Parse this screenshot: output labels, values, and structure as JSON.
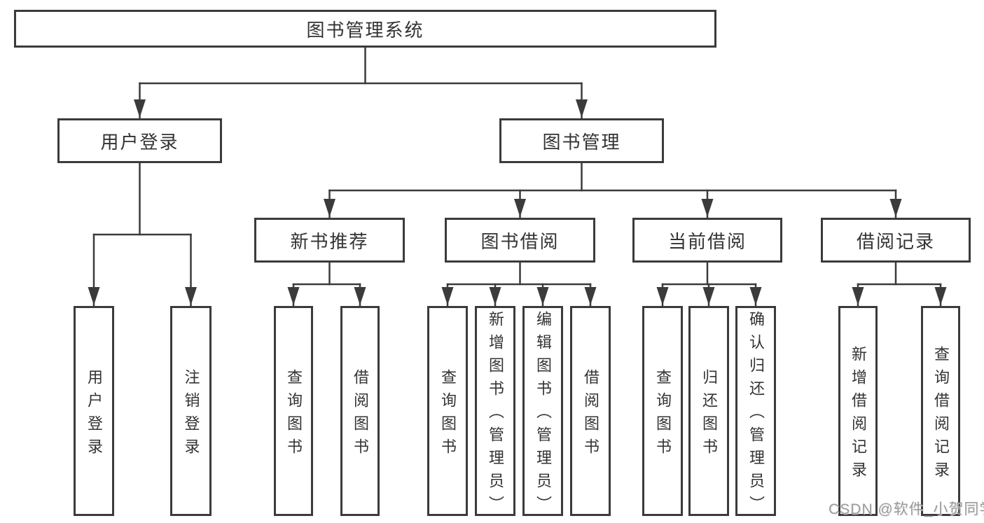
{
  "tree": {
    "label": "图书管理系统",
    "children": [
      {
        "label": "用户登录",
        "children": [
          {
            "label": "用户登录"
          },
          {
            "label": "注销登录"
          }
        ]
      },
      {
        "label": "图书管理",
        "children": [
          {
            "label": "新书推荐",
            "children": [
              {
                "label": "查询图书"
              },
              {
                "label": "借阅图书"
              }
            ]
          },
          {
            "label": "图书借阅",
            "children": [
              {
                "label": "查询图书"
              },
              {
                "label": "新增图书（管理员）"
              },
              {
                "label": "编辑图书（管理员）"
              },
              {
                "label": "借阅图书"
              }
            ]
          },
          {
            "label": "当前借阅",
            "children": [
              {
                "label": "查询图书"
              },
              {
                "label": "归还图书"
              },
              {
                "label": "确认归还（管理员）"
              }
            ]
          },
          {
            "label": "借阅记录",
            "children": [
              {
                "label": "新增借阅记录"
              },
              {
                "label": "查询借阅记录"
              }
            ]
          }
        ]
      }
    ]
  },
  "watermark": {
    "text": "CSDN @软件_小贺同学"
  },
  "colors": {
    "line": "#3b3b3b",
    "text": "#333333",
    "watermark_gray": "#949494",
    "background": "#ffffff"
  }
}
